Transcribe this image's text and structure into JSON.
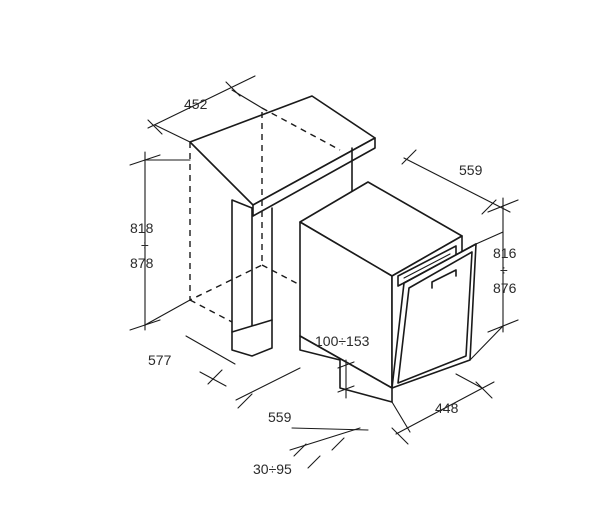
{
  "diagram": {
    "labels": {
      "cabinet_width": "452",
      "cabinet_height_min": "818",
      "cabinet_height_sep": "÷",
      "cabinet_height_max": "878",
      "cabinet_depth": "577",
      "floor_depth": "559",
      "plinth_range": "30÷95",
      "appliance_depth": "559",
      "appliance_height_min": "816",
      "appliance_height_sep": "÷",
      "appliance_height_max": "876",
      "appliance_width": "448",
      "door_clearance": "100÷153"
    }
  }
}
